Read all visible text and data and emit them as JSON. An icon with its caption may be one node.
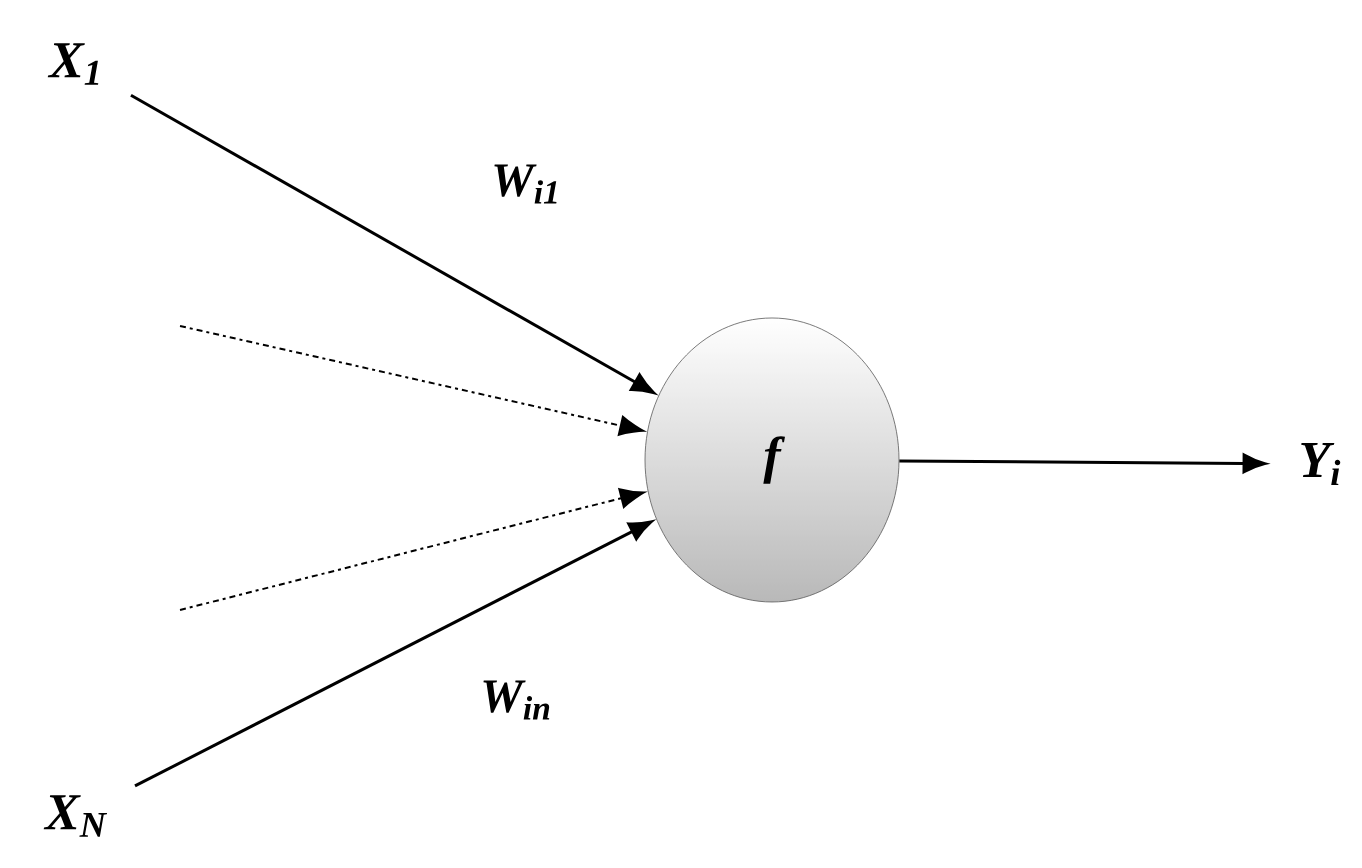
{
  "diagram": {
    "nodes": [
      {
        "text": [
          "X$_{1}$"
        ]
      },
      {
        "text": [
          "X$_{N}$"
        ]
      },
      {
        "text": [
          "f"
        ]
      },
      {
        "text": [
          "Y$_{i}$"
        ]
      }
    ],
    "edges": [
      {
        "from": 0,
        "to": 2,
        "arrow": "to",
        "label": "W$_{i1}$"
      },
      {
        "from": null,
        "to": 2,
        "arrow": "to",
        "style": "dashed"
      },
      {
        "from": null,
        "to": 2,
        "arrow": "to",
        "style": "dashed"
      },
      {
        "from": 1,
        "to": 2,
        "arrow": "to",
        "label": "W$_{in}$"
      },
      {
        "from": 2,
        "to": 3,
        "arrow": "to"
      }
    ]
  }
}
